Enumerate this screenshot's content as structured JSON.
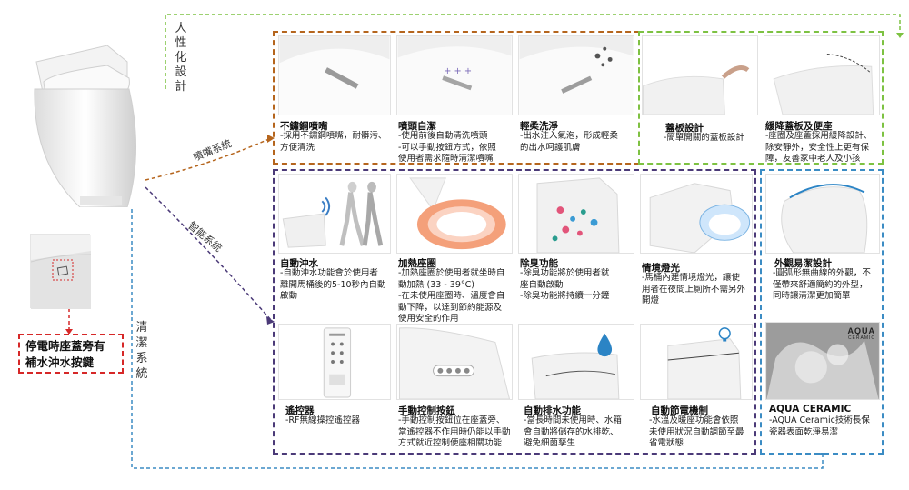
{
  "side_labels": {
    "human": "人性化設計",
    "nozzle": "噴嘴系統",
    "smart": "智能系統",
    "clean": "清潔系統"
  },
  "callout": {
    "lines": [
      "停電時座蓋旁有",
      "補水沖水按鍵"
    ]
  },
  "colors": {
    "nozzle_group": "#b5651d",
    "human_group": "#7dc242",
    "smart_group": "#4b3a78",
    "clean_group": "#3b8cc4",
    "callout": "#d62828"
  },
  "cards": {
    "nozzle_stainless": {
      "title": "不鏽鋼噴嘴",
      "desc": [
        "-採用不鏽鋼噴嘴，耐髒污、",
        "方便清洗"
      ]
    },
    "nozzle_selfclean": {
      "title": "噴頭自潔",
      "desc": [
        "-使用前後自動清洗噴頭",
        "-可以手動按鈕方式，依照",
        "使用者需求隨時清潔噴嘴"
      ]
    },
    "gentle_wash": {
      "title": "輕柔洗淨",
      "desc": [
        "-出水注入氣泡，形成輕柔",
        "的出水呵護肌膚"
      ]
    },
    "lid": {
      "title": "蓋板設計",
      "desc": [
        "-簡單開關的蓋板設計"
      ]
    },
    "slow_close": {
      "title": "緩降蓋板及便座",
      "desc": [
        "-座圈及座蓋採用緩降設計、",
        "除安靜外，安全性上更有保",
        "障，友善家中老人及小孩"
      ]
    },
    "auto_flush": {
      "title": "自動沖水",
      "desc": [
        "-自動沖水功能會於使用者",
        "離開馬桶後的5-10秒內自動",
        "啟動"
      ]
    },
    "heated_seat": {
      "title": "加熱座圈",
      "desc": [
        "-加熱座圈於使用者就坐時自",
        "動加熱 (33 - 39°C)",
        "-在未使用座圈時、溫度會自",
        "動下降，以達到節約能源及",
        "使用安全的作用"
      ]
    },
    "deodorize": {
      "title": "除臭功能",
      "desc": [
        "-除臭功能將於使用者就",
        "座自動啟動",
        "-除臭功能將持續一分鐘"
      ]
    },
    "night_light": {
      "title": "情境燈光",
      "desc": [
        "-馬桶內建情境燈光，讓使",
        "用者在夜間上廁所不需另外",
        "開燈"
      ]
    },
    "remote": {
      "title": "遙控器",
      "desc": [
        "-RF無線操控遙控器"
      ]
    },
    "manual_button": {
      "title": "手動控制按鈕",
      "desc": [
        "-手動控制按鈕位在座蓋旁、",
        "當遙控器不作用時仍能以手動",
        "方式就近控制便座相關功能"
      ]
    },
    "auto_drain": {
      "title": "自動排水功能",
      "desc": [
        "-當長時間未使用時、水箱",
        "會自動將儲存的水排乾、",
        "避免細菌孳生"
      ]
    },
    "power_save": {
      "title": "自動節電機制",
      "desc": [
        "-水溫及暖座功能會依照",
        "未使用狀況自動調節至最",
        "省電狀態"
      ]
    },
    "appearance": {
      "title": "外觀易潔設計",
      "desc": [
        "-圓弧形無曲線的外觀，不",
        "僅帶來舒適簡約的外型，",
        "同時讓清潔更加簡單"
      ]
    },
    "aqua": {
      "title": "AQUA CERAMIC",
      "desc": [
        "-AQUA Ceramic技術長保",
        "瓷器表面乾淨易潔"
      ],
      "logo_lines": [
        "AQUA",
        "CERAMIC"
      ]
    }
  }
}
